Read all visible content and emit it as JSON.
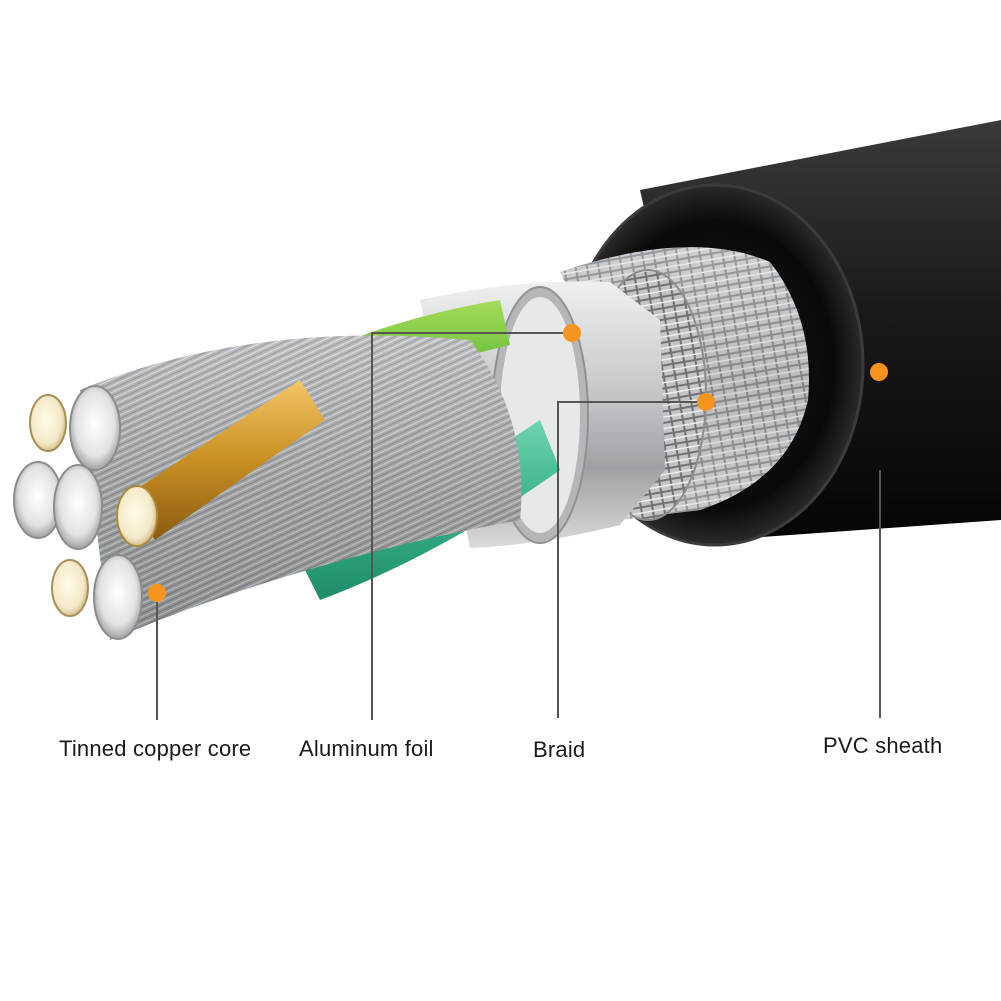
{
  "diagram": {
    "subject": "cable-cross-section",
    "accent_color": "#f7941d",
    "colors": {
      "sheath": "#111111",
      "braid": "#b9bcbf",
      "foil": "#c9cccf",
      "conductor_green": "#7dc142",
      "conductor_teal": "#3fb58f",
      "copper": "#d39a2a",
      "strand": "#a9acaf"
    },
    "labels": [
      {
        "id": "core",
        "text": "Tinned copper core"
      },
      {
        "id": "foil",
        "text": "Aluminum foil"
      },
      {
        "id": "braid",
        "text": "Braid"
      },
      {
        "id": "sheath",
        "text": "PVC sheath"
      }
    ]
  }
}
